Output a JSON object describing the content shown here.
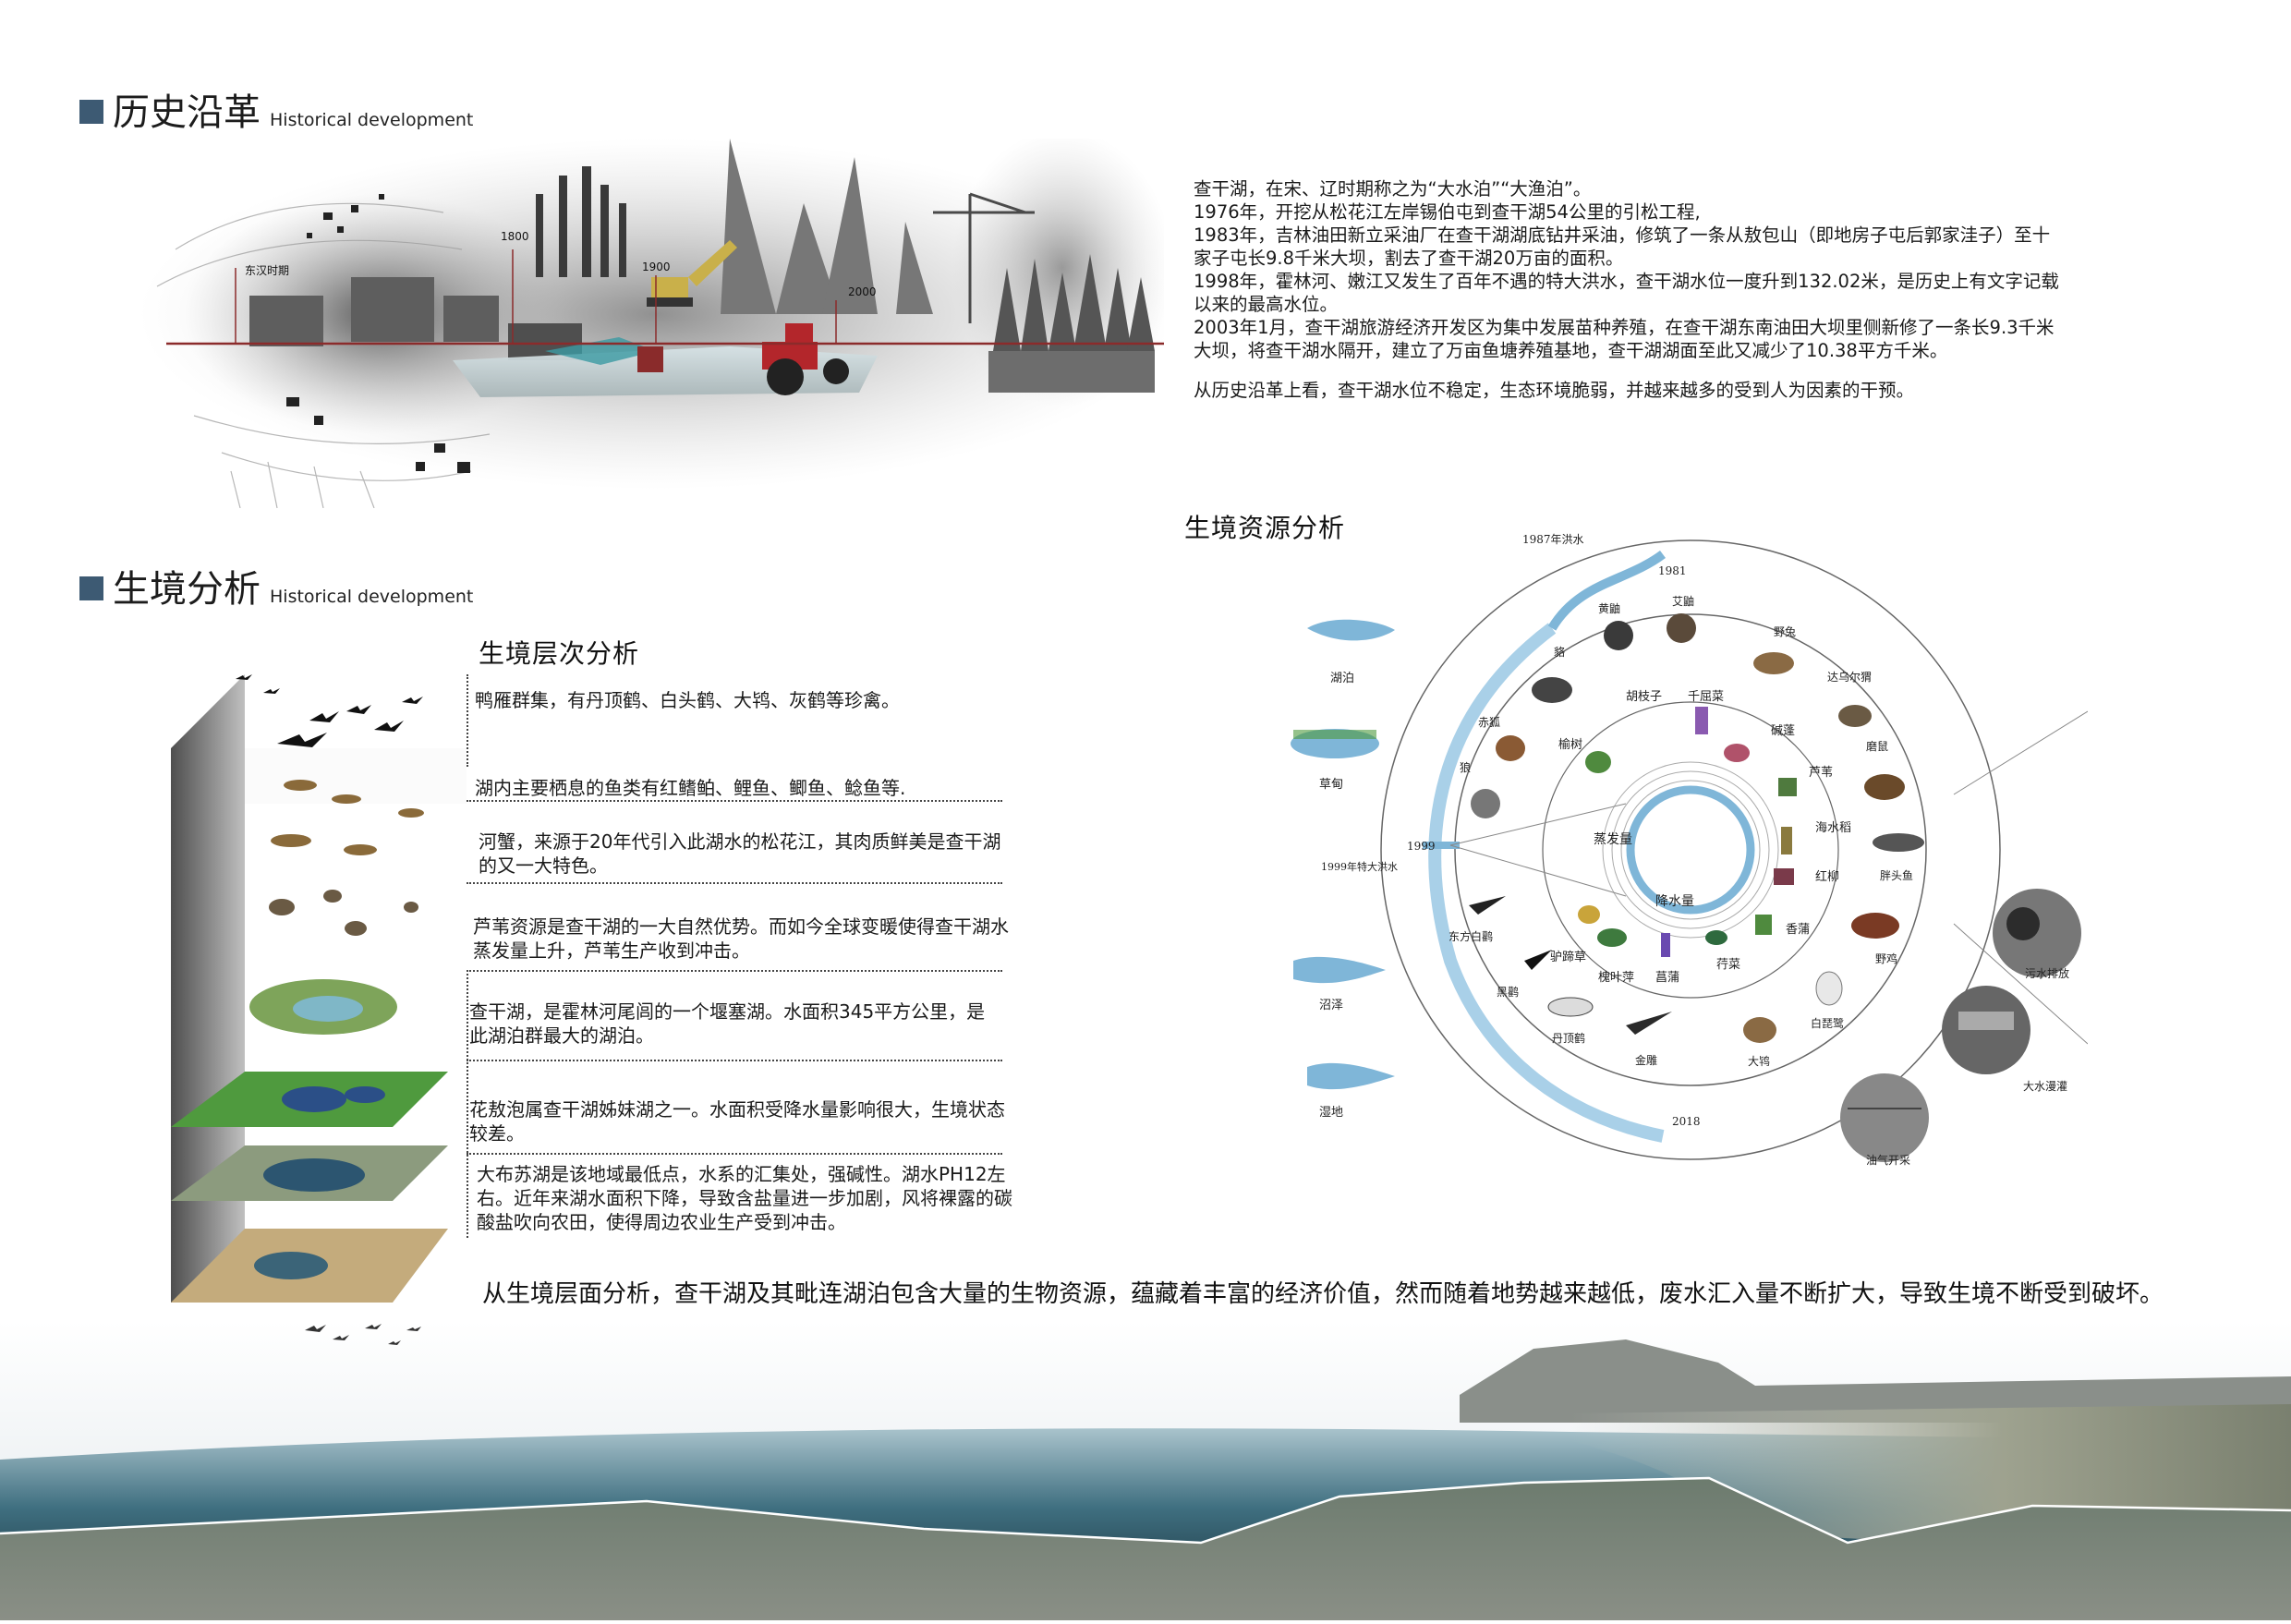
{
  "sections": {
    "history": {
      "title_cn": "历史沿革",
      "title_en": "Historical development"
    },
    "habitat": {
      "title_cn": "生境分析",
      "title_en": "Historical development"
    }
  },
  "timeline": {
    "labels": [
      "东汉时期",
      "1800",
      "1900",
      "2000"
    ]
  },
  "history_text": {
    "lines": [
      "查干湖，在宋、辽时期称之为“大水泊”“大渔泊”。",
      "1976年，开挖从松花江左岸锡伯屯到查干湖54公里的引松工程,",
      "1983年，吉林油田新立采油厂在查干湖湖底钻井采油，修筑了一条从敖包山（即地房子屯后郭家洼子）至十",
      "家子屯长9.8千米大坝，割去了查干湖20万亩的面积。",
      "1998年，霍林河、嫩江又发生了百年不遇的特大洪水，查干湖水位一度升到132.02米，是历史上有文字记载",
      "以来的最高水位。",
      "2003年1月，查干湖旅游经济开发区为集中发展苗种养殖，在查干湖东南油田大坝里侧新修了一条长9.3千米",
      "大坝，将查干湖水隔开，建立了万亩鱼塘养殖基地，查干湖湖面至此又减少了10.38平方千米。"
    ],
    "conclusion": "从历史沿革上看，查干湖水位不稳定，生态环境脆弱，并越来越多的受到人为因素的干预。"
  },
  "layer_analysis": {
    "title": "生境层次分析",
    "layers": [
      {
        "text": "鸭雁群集，有丹顶鹤、白头鹤、大鸨、灰鹤等珍禽。"
      },
      {
        "text": "湖内主要栖息的鱼类有红鳍鲌、鲤鱼、鲫鱼、鲶鱼等."
      },
      {
        "text": "河蟹，来源于20年代引入此湖水的松花江，其肉质鲜美是查干湖的又一大特色。"
      },
      {
        "text": "芦苇资源是查干湖的一大自然优势。而如今全球变暖使得查干湖水蒸发量上升，芦苇生产收到冲击。"
      },
      {
        "text": "查干湖，是霍林河尾闾的一个堰塞湖。水面积345平方公里，是此湖泊群最大的湖泊。"
      },
      {
        "text": "花敖泡属查干湖姊妹湖之一。水面积受降水量影响很大，生境状态较差。"
      },
      {
        "text": "大布苏湖是该地域最低点，水系的汇集处，强碱性。湖水PH12左右。近年来湖水面积下降，导致含盐量进一步加剧，风将裸露的碳酸盐吹向农田，使得周边农业生产受到冲击。"
      }
    ]
  },
  "resource_analysis": {
    "title": "生境资源分析",
    "ring_years": [
      "1987年洪水",
      "1981",
      "1999",
      "1999年特大洪水",
      "2018"
    ],
    "center_labels": [
      "蒸发量",
      "降水量"
    ],
    "habitats": [
      "湖泊",
      "草甸",
      "沼泽",
      "湿地"
    ],
    "animals": [
      "黄鼬",
      "艾鼬",
      "野兔",
      "貉",
      "达乌尔猬",
      "赤狐",
      "磨鼠",
      "狼",
      "胖头鱼",
      "东方白鹳",
      "野鸡",
      "黑鹳",
      "白琵鹭",
      "丹顶鹤",
      "金雕",
      "大鸨"
    ],
    "plants": [
      "胡枝子",
      "千屈菜",
      "榆树",
      "碱蓬",
      "芦苇",
      "海水稻",
      "红柳",
      "驴蹄草",
      "香蒲",
      "槐叶萍",
      "菖蒲",
      "荇菜"
    ],
    "threats": [
      "污水排放",
      "大水漫灌",
      "油气开采"
    ]
  },
  "summary": "从生境层面分析，查干湖及其毗连湖泊包含大量的生物资源，蕴藏着丰富的经济价值，然而随着地势越来越低，废水汇入量不断扩大，导致生境不断受到破坏。",
  "colors": {
    "accent": "#3d5a73",
    "timeline": "#8b2b2b",
    "water": "#7fb6d8",
    "water_light": "#b9d8ea"
  }
}
